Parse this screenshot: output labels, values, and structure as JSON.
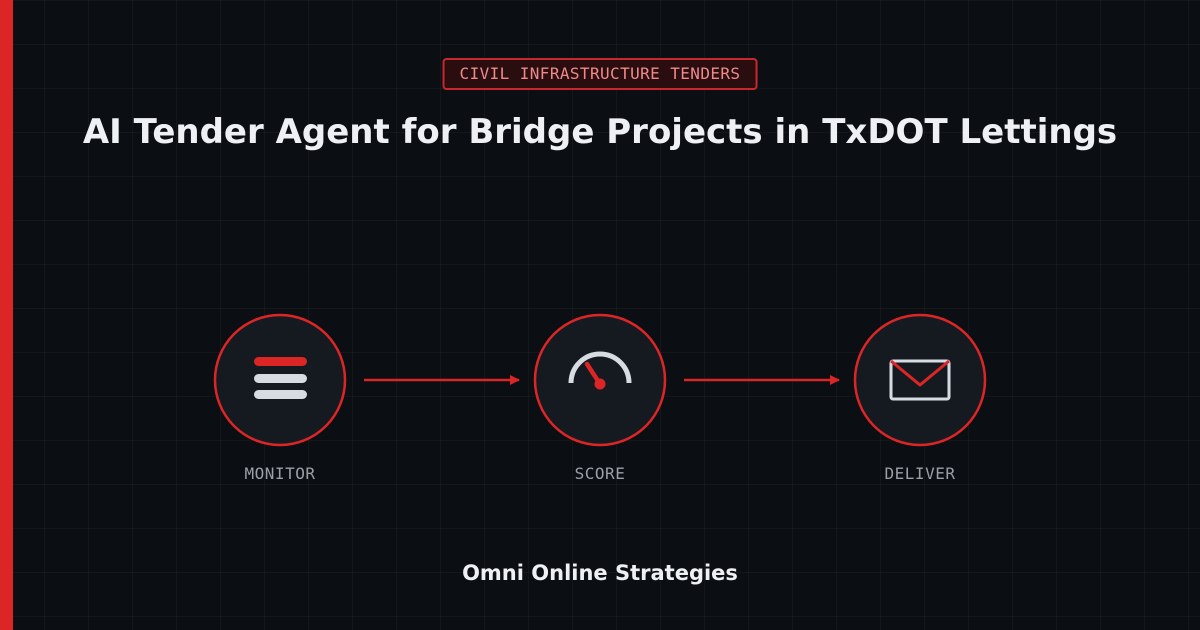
{
  "tag": "CIVIL INFRASTRUCTURE TENDERS",
  "title": "AI Tender Agent for Bridge Projects in TxDOT Lettings",
  "steps": [
    {
      "label": "MONITOR",
      "icon": "list-icon"
    },
    {
      "label": "SCORE",
      "icon": "gauge-icon"
    },
    {
      "label": "DELIVER",
      "icon": "envelope-icon"
    }
  ],
  "footer": "Omni Online Strategies",
  "colors": {
    "background": "#0b0e12",
    "accent": "#dc2626",
    "circle_fill": "#151a21",
    "icon_light": "#d7dbe2"
  }
}
